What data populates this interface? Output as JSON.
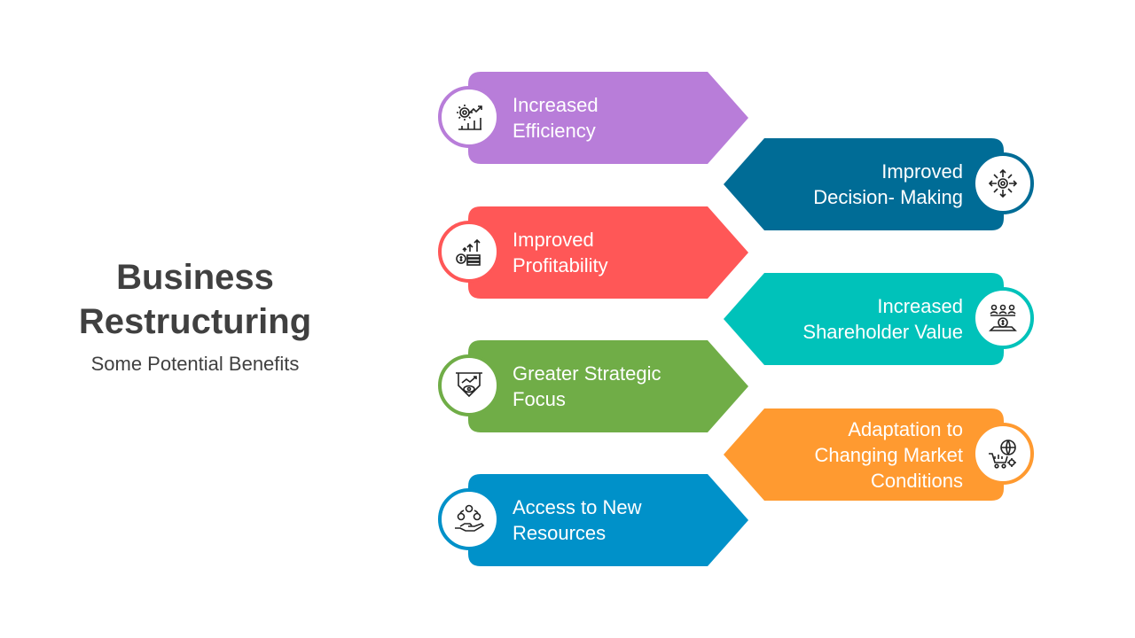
{
  "title_line1": "Business",
  "title_line2": "Restructuring",
  "subtitle": "Some Potential Benefits",
  "items": [
    {
      "line1": "Increased",
      "line2": "Efficiency",
      "line3": "",
      "color": "#B87DD9",
      "icon": "efficiency-chart-gear-icon"
    },
    {
      "line1": "Improved",
      "line2": "Decision- Making",
      "line3": "",
      "color": "#006C96",
      "icon": "decision-arrows-icon"
    },
    {
      "line1": "Improved",
      "line2": "Profitability",
      "line3": "",
      "color": "#FF5757",
      "icon": "profit-coins-icon"
    },
    {
      "line1": "Increased",
      "line2": "Shareholder Value",
      "line3": "",
      "color": "#00C2BA",
      "icon": "shareholders-icon"
    },
    {
      "line1": "Greater Strategic",
      "line2": "Focus",
      "line3": "",
      "color": "#70AD47",
      "icon": "strategy-board-icon"
    },
    {
      "line1": "Adaptation to",
      "line2": "Changing Market",
      "line3": "Conditions",
      "color": "#FF9A30",
      "icon": "market-globe-cart-icon"
    },
    {
      "line1": "Access to New",
      "line2": "Resources",
      "line3": "",
      "color": "#0091C9",
      "icon": "resources-hand-icon"
    }
  ]
}
